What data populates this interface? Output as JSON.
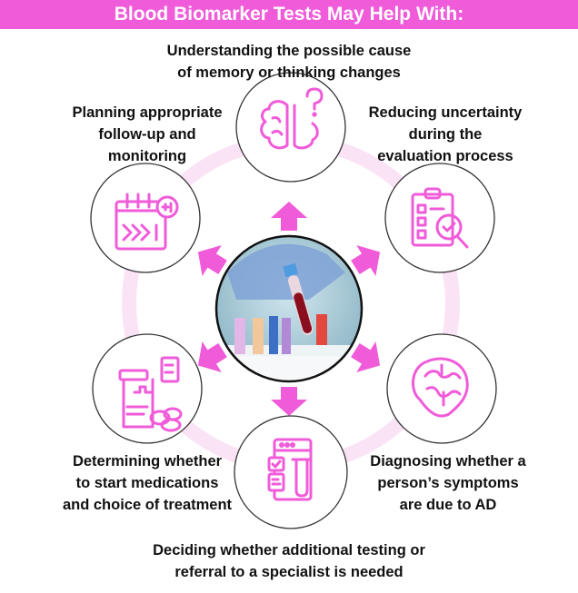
{
  "title": "Blood Biomarker Tests May Help With:",
  "colors": {
    "accent": "#f05bd9",
    "ring": "#fbe3f6",
    "outline": "#222222"
  },
  "center_image": {
    "icon": "blood-sample-tube-photo"
  },
  "items": [
    {
      "icon": "brain-question-icon",
      "lines": [
        "Understanding the possible cause",
        "of memory or thinking changes"
      ]
    },
    {
      "icon": "clipboard-checklist-magnifier-icon",
      "lines": [
        "Reducing uncertainty",
        "during the",
        "evaluation process"
      ]
    },
    {
      "icon": "head-puzzle-icon",
      "lines": [
        "Diagnosing whether a",
        "person’s symptoms",
        "are due to AD"
      ]
    },
    {
      "icon": "lab-test-tube-report-icon",
      "lines": [
        "Deciding whether additional testing or",
        "referral to a specialist is needed"
      ]
    },
    {
      "icon": "medication-bottle-pills-icon",
      "lines": [
        "Determining whether",
        "to start medications",
        "and choice of treatment"
      ]
    },
    {
      "icon": "calendar-followup-icon",
      "lines": [
        "Planning appropriate",
        "follow-up and",
        "monitoring"
      ]
    }
  ]
}
